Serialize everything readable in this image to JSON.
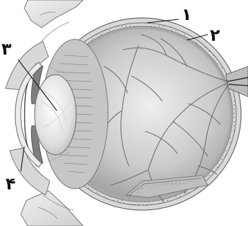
{
  "diagram": {
    "labels": [
      {
        "id": "1",
        "text": "۱"
      },
      {
        "id": "2",
        "text": "۲"
      },
      {
        "id": "3",
        "text": "۳"
      },
      {
        "id": "4",
        "text": "۴"
      }
    ],
    "colors": {
      "background": "#ffffff",
      "sclera": "#d9d9d9",
      "choroid": "#8c8c8c",
      "retina": "#a9a9a9",
      "vitreous": "#cfcfcf",
      "vessels": "#6f6f6f",
      "lens": "#efefef",
      "cornea": "#e8e8e8",
      "leader_lines": "#111111"
    }
  }
}
